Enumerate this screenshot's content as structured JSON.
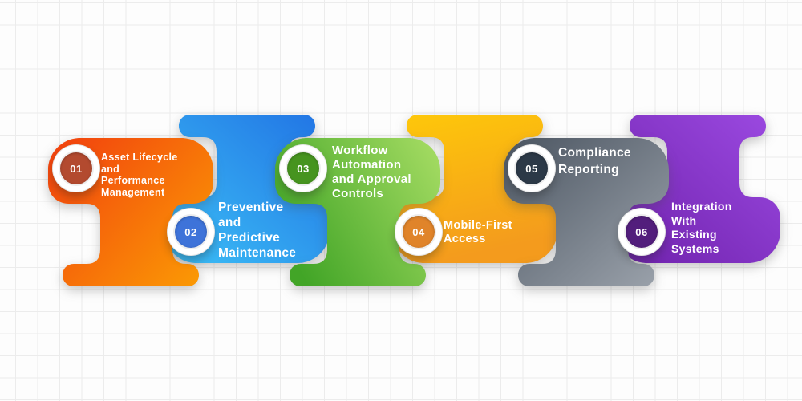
{
  "items": [
    {
      "number": "01",
      "title": "Asset Lifecycle\nand\nPerformance\nManagement",
      "gradient": [
        "#f2430e",
        "#fb9a04"
      ],
      "badge_color": "#b34a2f"
    },
    {
      "number": "02",
      "title": "Preventive\nand\nPredictive\nMaintenance",
      "gradient": [
        "#3cc0f6",
        "#2173e4"
      ],
      "badge_color": "#3e73d9"
    },
    {
      "number": "03",
      "title": "Workflow\nAutomation\nand Approval\nControls",
      "gradient": [
        "#42a527",
        "#a4db62"
      ],
      "badge_color": "#46941f"
    },
    {
      "number": "04",
      "title": "Mobile-First\nAccess",
      "gradient": [
        "#fec80a",
        "#f49b1d"
      ],
      "badge_color": "#e0842a"
    },
    {
      "number": "05",
      "title": "Compliance\nReporting",
      "gradient": [
        "#4b5561",
        "#9da4ad"
      ],
      "badge_color": "#2c3947"
    },
    {
      "number": "06",
      "title": "Integration\nWith\nExisting\nSystems",
      "gradient": [
        "#6e21ab",
        "#9c4ae2"
      ],
      "badge_color": "#521e7c"
    }
  ]
}
